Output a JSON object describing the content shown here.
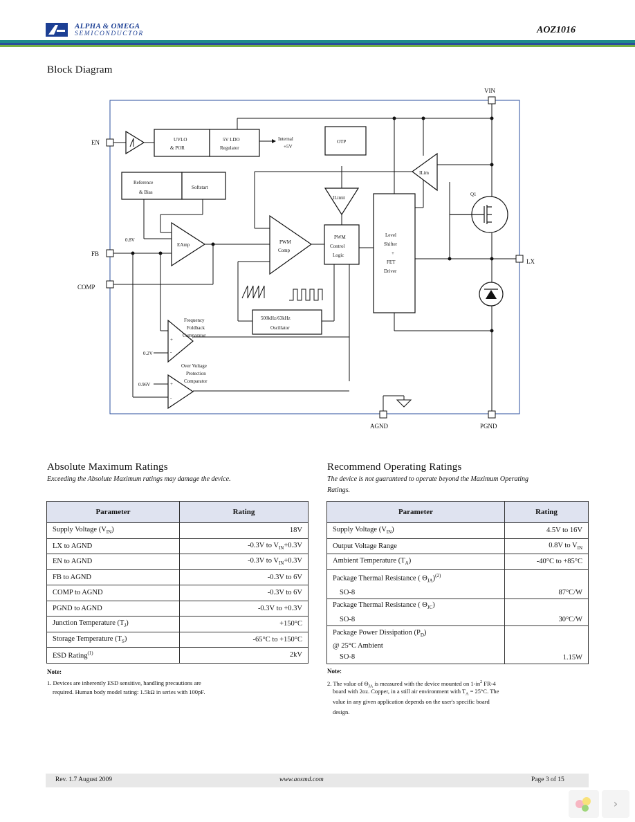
{
  "header": {
    "company_name": "ALPHA & OMEGA",
    "company_sub": "SEMICONDUCTOR",
    "part_number": "AOZ1016"
  },
  "block_diagram": {
    "title": "Block Diagram",
    "pins": {
      "vin": "VIN",
      "en": "EN",
      "fb": "FB",
      "comp": "COMP",
      "lx": "LX",
      "agnd": "AGND",
      "pgnd": "PGND"
    },
    "blocks": {
      "uvlo_por_1": "UVLO",
      "uvlo_por_2": "& POR",
      "ldo_1": "5V LDO",
      "ldo_2": "Regulator",
      "internal_1": "Internal",
      "internal_2": "+5V",
      "otp": "OTP",
      "ilim": "ILim",
      "ref_1": "Reference",
      "ref_2": "& Bias",
      "softstart": "Softstart",
      "ilimit": "ILimit",
      "eamp": "EAmp",
      "pwm_comp_1": "PWM",
      "pwm_comp_2": "Comp",
      "pwm_logic_1": "PWM",
      "pwm_logic_2": "Control",
      "pwm_logic_3": "Logic",
      "driver_1": "Level",
      "driver_2": "Shifter",
      "driver_3": "+",
      "driver_4": "FET",
      "driver_5": "Driver",
      "q1": "Q1",
      "osc_1": "500kHz/63kHz",
      "osc_2": "Oscillator",
      "freq_1": "Frequency",
      "freq_2": "Foldback",
      "freq_3": "Comparator",
      "ovp_1": "Over Voltage",
      "ovp_2": "Protection",
      "ovp_3": "Comparator",
      "v08": "0.8V",
      "v02": "0.2V",
      "v096": "0.96V",
      "plus": "+",
      "minus": "-"
    }
  },
  "abs_max": {
    "title": "Absolute Maximum Ratings",
    "intro": "Exceeding the Absolute Maximum ratings may damage the device.",
    "headers": [
      "Parameter",
      "Rating"
    ],
    "rows": [
      {
        "param": "Supply Voltage (V",
        "sub": "IN",
        "close": ")",
        "rating": "18V"
      },
      {
        "param": "LX to AGND",
        "rating": "-0.3V to V",
        "rsub": "IN",
        "rtail": "+0.3V"
      },
      {
        "param": "EN to AGND",
        "rating": "-0.3V to V",
        "rsub": "IN",
        "rtail": "+0.3V"
      },
      {
        "param": "FB to AGND",
        "rating": "-0.3V to 6V"
      },
      {
        "param": "COMP to AGND",
        "rating": "-0.3V to 6V"
      },
      {
        "param": "PGND to AGND",
        "rating": "-0.3V to +0.3V"
      },
      {
        "param": "Junction Temperature (T",
        "sub": "J",
        "close": ")",
        "rating": "+150°C"
      },
      {
        "param": "Storage Temperature (T",
        "sub": "S",
        "close": ")",
        "rating": "-65°C to +150°C"
      },
      {
        "param": "ESD Rating",
        "sup": "(1)",
        "rating": "2kV"
      }
    ],
    "note_title": "Note:",
    "note_1": "1. Devices are inherently ESD sensitive, handling precautions are",
    "note_2": "required. Human body model rating: 1.5kΩ in series with 100pF."
  },
  "rec_op": {
    "title": "Recommend Operating Ratings",
    "intro": "The device is not guaranteed to operate beyond the Maximum Operating Ratings.",
    "headers": [
      "Parameter",
      "Rating"
    ],
    "rows": [
      {
        "param": "Supply Voltage (V",
        "sub": "IN",
        "close": ")",
        "rating": "4.5V to 16V"
      },
      {
        "param": "Output Voltage Range",
        "rating": "0.8V to V",
        "rsub": "IN"
      },
      {
        "param": "Ambient Temperature (T",
        "sub": "A",
        "close": ")",
        "rating": "-40°C to +85°C"
      }
    ],
    "thermal_ja": {
      "param": "Package Thermal Resistance (",
      "sym": "Θ",
      "sub": "JA",
      "close": ")",
      "sup": "(2)",
      "pkg": "SO-8",
      "rating": "87°C/W"
    },
    "thermal_jc": {
      "param": "Package Thermal Resistance (",
      "sym": "Θ",
      "sub": "JC",
      "close": ")",
      "pkg": "SO-8",
      "rating": "30°C/W"
    },
    "power": {
      "param": "Package Power Dissipation (P",
      "sub": "D",
      "close": ")",
      "line2": "@ 25°C Ambient",
      "pkg": "SO-8",
      "rating": "1.15W"
    },
    "note_title": "Note:",
    "note_a": "2. The value of",
    "note_sym": "Θ",
    "note_sub": "JA",
    "note_b": "is measured with the device mounted on 1-in",
    "note_sup": "2",
    "note_c": "FR-4",
    "note_2": "board with 2oz. Copper, in a still air environment with T",
    "note_2sub": "A",
    "note_2b": "= 25°C. The",
    "note_3": "value in any given application depends on the user's specific board",
    "note_4": "design."
  },
  "footer": {
    "rev": "Rev. 1.7 August 2009",
    "url": "www.aosmd.com",
    "page": "Page 3 of 15"
  }
}
